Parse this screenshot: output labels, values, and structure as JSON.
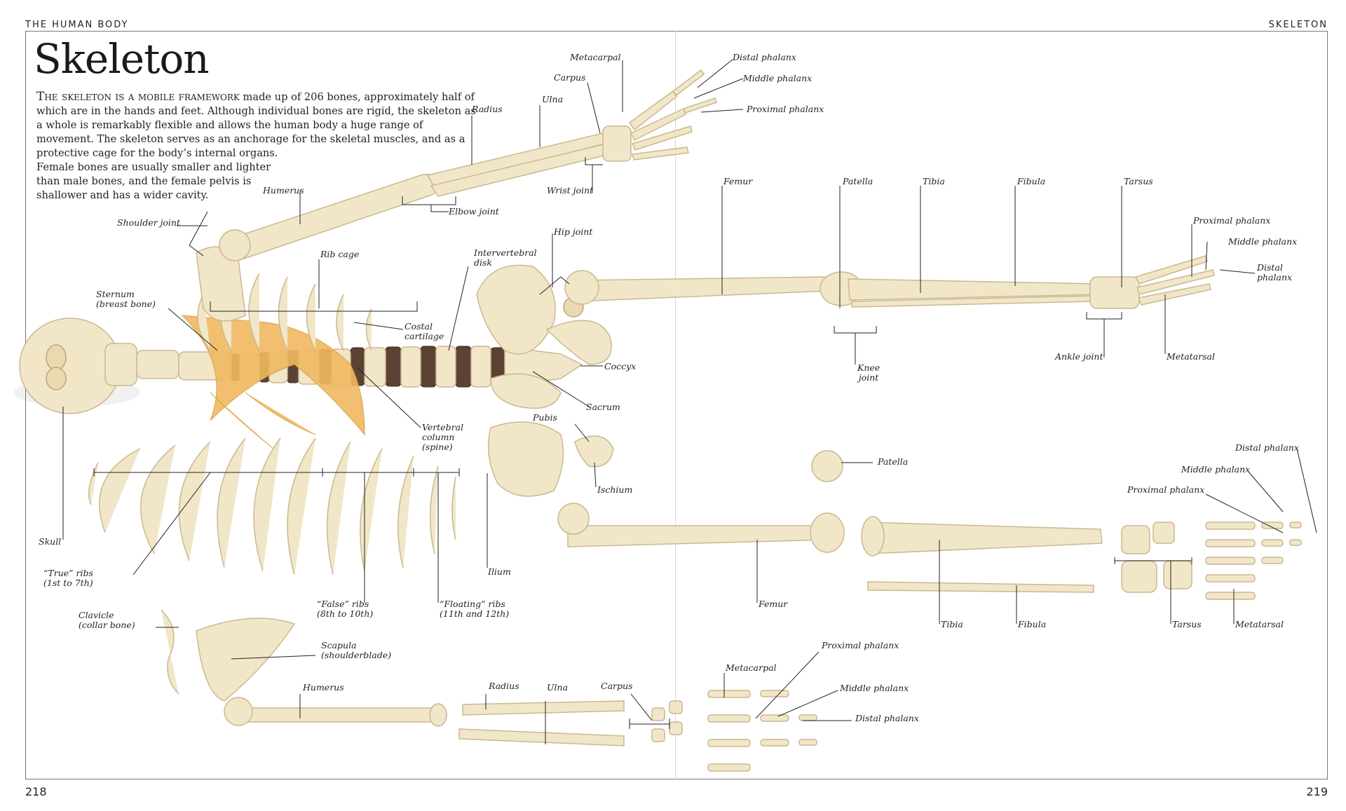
{
  "header": {
    "left": "THE HUMAN BODY",
    "right": "SKELETON"
  },
  "page_numbers": {
    "left": "218",
    "right": "219"
  },
  "title": "Skeleton",
  "intro": {
    "lead": "The skeleton is a mobile framework",
    "text": " made up of 206 bones, approximately half of which are in the hands and feet. Although individual bones are rigid, the skeleton as a whole is remarkably flexible and allows the human body a huge range of movement. The skeleton serves as an anchorage for the skeletal muscles, and as a protective cage for the body’s internal organs.",
    "text2": "Female bones are usually smaller and lighter than male bones, and the female pelvis is shallower and has a wider cavity."
  },
  "labels": {
    "metacarpal_top": "Metacarpal",
    "carpus_top": "Carpus",
    "ulna_top": "Ulna",
    "radius_top": "Radius",
    "distal_phalanx_hand_top": "Distal phalanx",
    "middle_phalanx_hand_top": "Middle phalanx",
    "proximal_phalanx_hand_top": "Proximal phalanx",
    "wrist_joint": "Wrist joint",
    "humerus_top": "Humerus",
    "elbow_joint": "Elbow joint",
    "shoulder_joint": "Shoulder joint",
    "rib_cage": "Rib cage",
    "intervertebral_disk": "Intervertebral\ndisk",
    "hip_joint": "Hip joint",
    "sternum": "Sternum\n(breast bone)",
    "costal_cartilage": "Costal\ncartilage",
    "coccyx": "Coccyx",
    "sacrum": "Sacrum",
    "vertebral_column": "Vertebral\ncolumn\n(spine)",
    "pubis": "Pubis",
    "ischium": "Ischium",
    "ilium": "Ilium",
    "skull": "Skull",
    "true_ribs": "“True” ribs\n(1st to 7th)",
    "false_ribs": "“False” ribs\n(8th to 10th)",
    "floating_ribs": "“Floating” ribs\n(11th and 12th)",
    "clavicle": "Clavicle\n(collar bone)",
    "scapula": "Scapula\n(shoulderblade)",
    "humerus_bottom": "Humerus",
    "radius_bottom": "Radius",
    "ulna_bottom": "Ulna",
    "carpus_bottom": "Carpus",
    "metacarpal_bottom": "Metacarpal",
    "proximal_phalanx_hand_bottom": "Proximal phalanx",
    "middle_phalanx_hand_bottom": "Middle phalanx",
    "distal_phalanx_hand_bottom": "Distal phalanx",
    "femur_top": "Femur",
    "patella_top": "Patella",
    "tibia_top": "Tibia",
    "fibula_top": "Fibula",
    "tarsus_top": "Tarsus",
    "proximal_phalanx_foot_top": "Proximal phalanx",
    "middle_phalanx_foot_top": "Middle phalanx",
    "distal_phalanx_foot_top": "Distal\nphalanx",
    "knee_joint": "Knee\njoint",
    "ankle_joint": "Ankle joint",
    "metatarsal_top": "Metatarsal",
    "patella_bottom": "Patella",
    "femur_bottom": "Femur",
    "tibia_bottom": "Tibia",
    "fibula_bottom": "Fibula",
    "distal_phalanx_foot_bottom": "Distal phalanx",
    "middle_phalanx_foot_bottom": "Middle phalanx",
    "proximal_phalanx_foot_bottom": "Proximal phalanx",
    "tarsus_bottom": "Tarsus",
    "metatarsal_bottom": "Metatarsal"
  }
}
